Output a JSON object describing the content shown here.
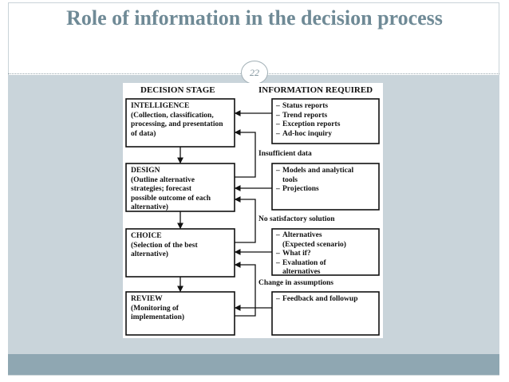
{
  "slide": {
    "title": "Role of information in the decision process",
    "page_number": "22"
  },
  "diagram": {
    "stage_header": "DECISION STAGE",
    "info_header": "INFORMATION REQUIRED",
    "stages": [
      {
        "name": "INTELLIGENCE",
        "description": [
          "(Collection, classification,",
          "processing, and presentation",
          "of data)"
        ]
      },
      {
        "name": "DESIGN",
        "description": [
          "(Outline alternative",
          "strategies; forecast",
          "possible outcome of each",
          "alternative)"
        ]
      },
      {
        "name": "CHOICE",
        "description": [
          "(Selection of the best",
          "alternative)"
        ]
      },
      {
        "name": "REVIEW",
        "description": [
          "(Monitoring of",
          "implementation)"
        ]
      }
    ],
    "info": [
      {
        "items": [
          "Status reports",
          "Trend reports",
          "Exception reports",
          "Ad-hoc inquiry"
        ]
      },
      {
        "items": [
          "Models and analytical",
          "tools",
          "Projections"
        ]
      },
      {
        "items": [
          "Alternatives",
          "(Expected scenario)",
          "What if?",
          "Evaluation of",
          "alternatives"
        ]
      },
      {
        "items": [
          "Feedback and followup"
        ]
      }
    ],
    "feedback_labels": [
      "Insufficient data",
      "No satisfactory solution",
      "Change in assumptions"
    ]
  },
  "colors": {
    "title": "#6f8a96",
    "content_bg": "#c9d4da",
    "footer": "#8fa7b2"
  }
}
